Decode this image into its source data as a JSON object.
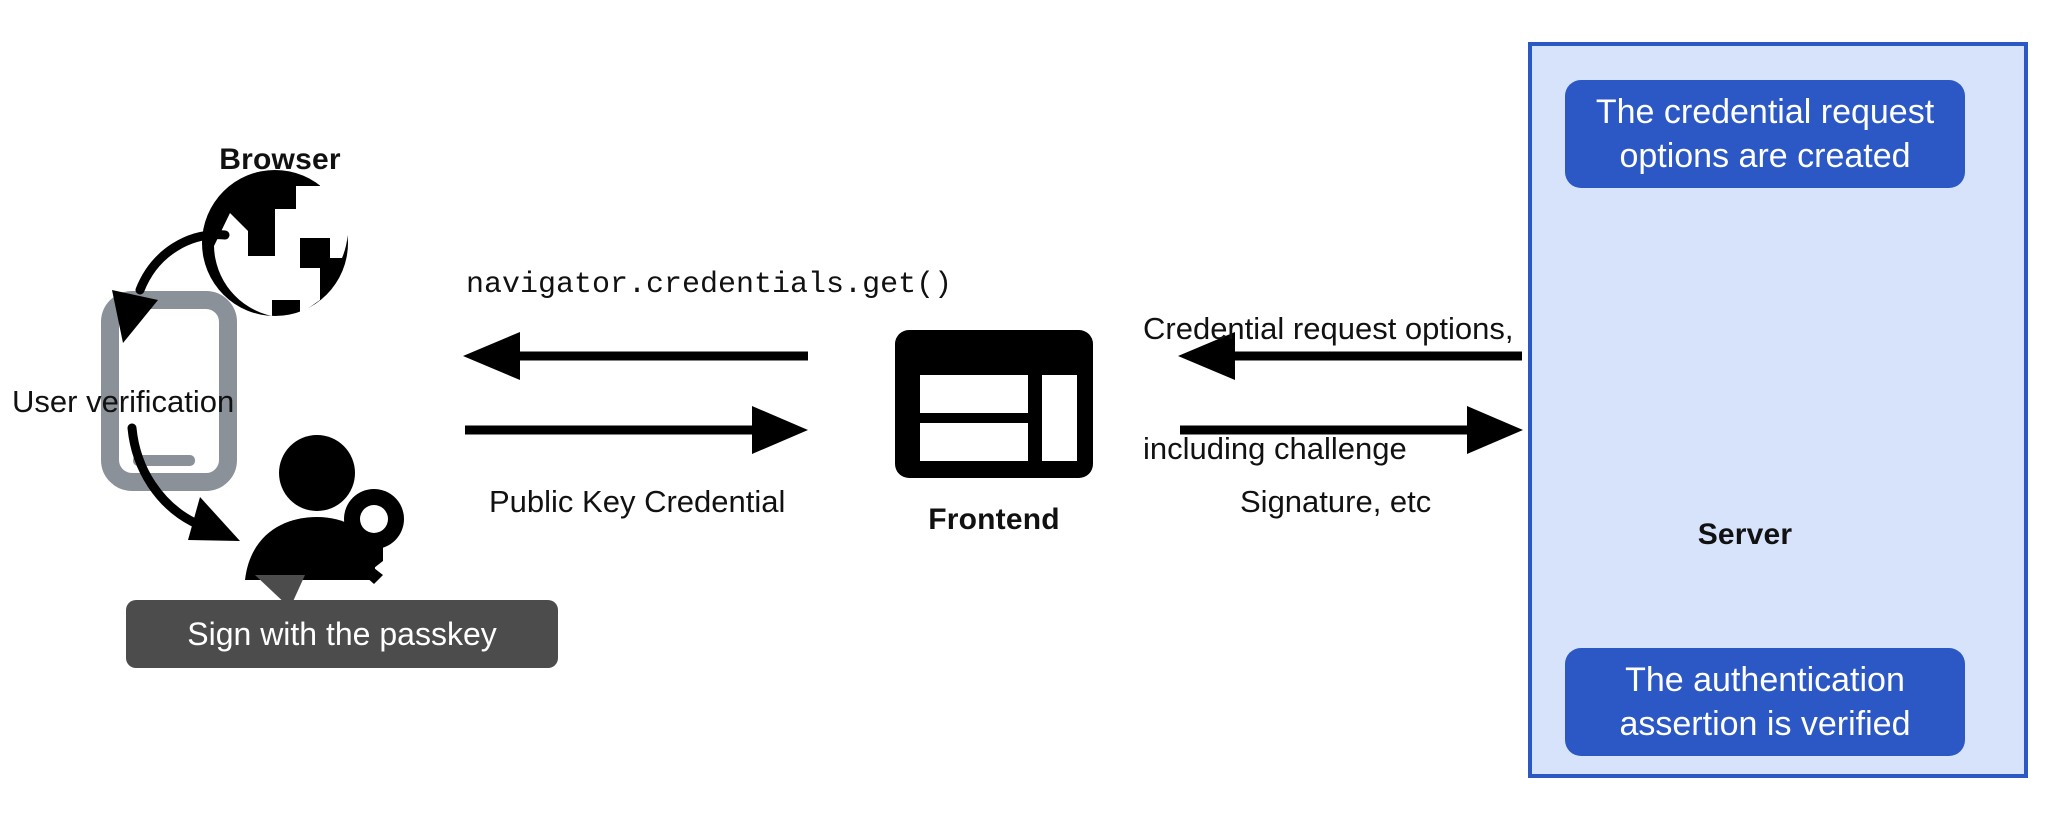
{
  "diagram": {
    "title": "WebAuthn passkey authentication flow",
    "background_color": "#ffffff"
  },
  "colors": {
    "panel_fill": "#d7e3fb",
    "panel_border": "#2b58c4",
    "callout_blue": "#2b58c4",
    "tooltip_gray": "#4c4c4c",
    "phone_gray": "#8a9199",
    "ink": "#111111"
  },
  "client": {
    "browser_label": "Browser",
    "browser_icon": "globe-icon",
    "phone_icon": "smartphone-icon",
    "user_verification_label": "User verification",
    "user_key_icon": "person-with-key-icon",
    "passkey_tooltip": "Sign with the passkey"
  },
  "middle": {
    "call_label": "navigator.credentials.get()",
    "response_label": "Public Key Credential",
    "frontend_label": "Frontend",
    "frontend_icon": "web-layout-icon",
    "arrow_to_browser": "arrow-left-icon",
    "arrow_to_frontend": "arrow-right-icon"
  },
  "right": {
    "request_label_line1": "Credential request options,",
    "request_label_line2": "including challenge",
    "signature_label": "Signature, etc",
    "arrow_to_frontend": "arrow-left-icon",
    "arrow_to_server": "arrow-right-icon"
  },
  "server": {
    "label": "Server",
    "icon": "server-rack-icon",
    "callout_top_line1": "The credential request",
    "callout_top_line2": "options are created",
    "callout_bottom_line1": "The authentication",
    "callout_bottom_line2": "assertion is verified"
  }
}
